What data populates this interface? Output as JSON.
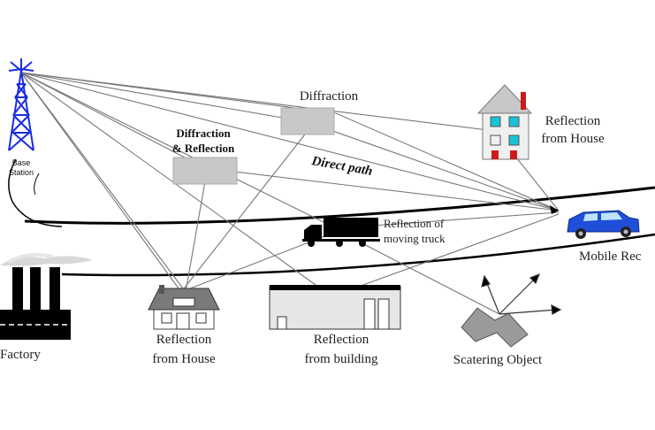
{
  "labels": {
    "base_station_1": "Base",
    "base_station_2": "Station",
    "diffraction": "Diffraction",
    "diffraction_reflection_1": "Diffraction",
    "diffraction_reflection_2": "& Reflection",
    "direct_path": "Direct path",
    "reflection_house_top_1": "Reflection",
    "reflection_house_top_2": "from House",
    "reflection_truck_1": "Reflection of",
    "reflection_truck_2": "moving truck",
    "mobile": "Mobile Rec",
    "factory": "Factory",
    "reflection_house_bottom_1": "Reflection",
    "reflection_house_bottom_2": "from House",
    "reflection_building_1": "Reflection",
    "reflection_building_2": "from building",
    "scattering": "Scatering Object"
  },
  "icons": {
    "tower": "base-station-tower-icon",
    "car": "mobile-car-icon",
    "truck": "truck-icon",
    "factory": "factory-icon"
  },
  "colors": {
    "tower": "#1a2de0",
    "car": "#1f4fd8",
    "obstacle": "#c8c8c8",
    "house_window": "#19c3d6",
    "chimney_red": "#d01a1a"
  }
}
